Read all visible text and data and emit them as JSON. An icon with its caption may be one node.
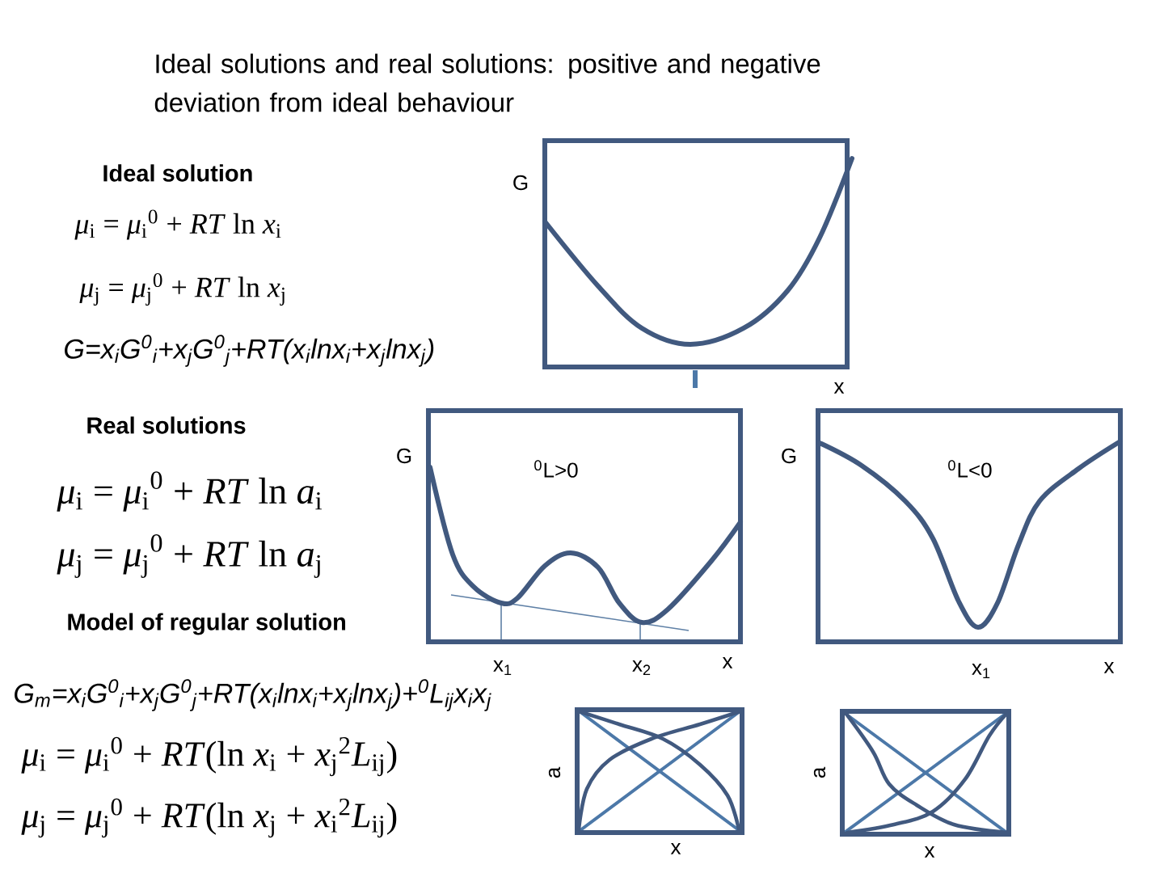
{
  "diagram": {
    "title": "Ideal solutions and real solutions: positive and negative deviation from ideal behaviour",
    "labels": [
      "Ideal solution",
      "G",
      "*μ*$_{i}$ = *μ*$_{i}$$^{0}$ + *RT* ln *x*$_{i}$",
      "*μ*$_{j}$ = *μ*$_{j}$$^{0}$ + *RT* ln *x*$_{j}$",
      "G=x$_{i}$G$^{0}$$_{i}$+x$_{j}$G$^{0}$$_{j}$+RT(x$_{i}$lnx$_{i}$+x$_{j}$lnx$_{j}$)",
      "x",
      "Real solutions",
      "G",
      "$^{0}$L>0",
      "G",
      "$^{0}$L<0",
      "*μ*$_{i}$ = *μ*$_{i}$$^{0}$ + *RT* ln *a*$_{i}$",
      "*μ*$_{j}$ = *μ*$_{j}$$^{0}$ + *RT* ln *a*$_{j}$",
      "Model of regular solution",
      "x$_{1}$",
      "x$_{2}$",
      "x",
      "x$_{1}$",
      "x",
      "G$_{m}$=x$_{i}$G$^{0}$$_{i}$+x$_{j}$G$^{0}$$_{j}$+RT(x$_{i}$lnx$_{i}$+x$_{j}$lnx$_{j}$)+$^{0}$L$_{ij}$x$_{i}$x$_{j}$",
      "a",
      "a",
      "*μ*$_{i}$ = *μ*$_{i}$$^{0}$ + *RT*(ln *x*$_{i}$ + *x*$_{j}$$^{2}$*L*$_{ij}$)",
      "*μ*$_{j}$ = *μ*$_{j}$$^{0}$ + *RT*(ln *x*$_{j}$ + *x*$_{i}$$^{2}$*L*$_{ij}$)",
      "x",
      "x"
    ]
  }
}
